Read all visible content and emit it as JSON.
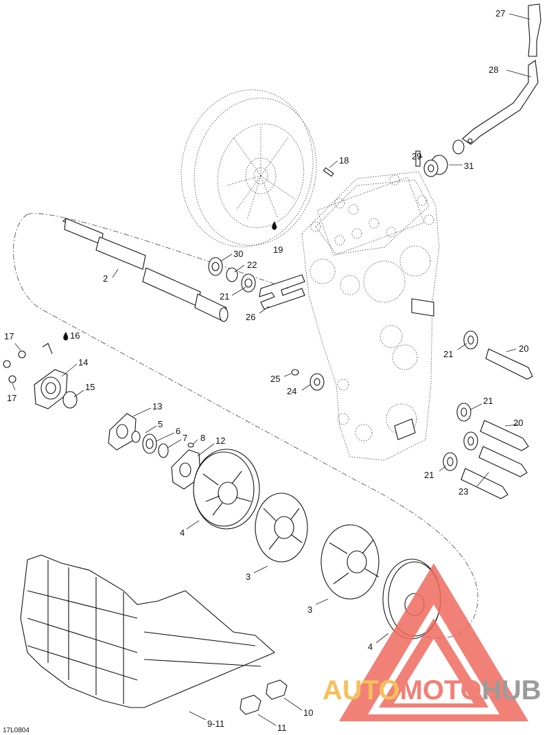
{
  "diagram_ref": "17L0804",
  "watermark": {
    "part1": "AUTO",
    "part2": "MOTO",
    "part3": "HUB",
    "color_orange": "#f4b63f",
    "color_red": "#ef6b5f",
    "color_gray": "#8a8a8a"
  },
  "callouts": {
    "c1": "27",
    "c2": "28",
    "c3": "29",
    "c4": "31",
    "c5": "18",
    "c6": "19",
    "c7": "30",
    "c8": "22",
    "c9": "2",
    "c10": "21",
    "c11": "26",
    "c12": "17",
    "c13": "16",
    "c14": "14",
    "c15": "17",
    "c16": "15",
    "c17": "21",
    "c18": "20",
    "c19": "25",
    "c20": "24",
    "c21": "21",
    "c22": "20",
    "c23": "21",
    "c24": "23",
    "c25": "13",
    "c26": "5",
    "c27": "6",
    "c28": "7",
    "c29": "8",
    "c30": "12",
    "c31": "4",
    "c32": "3",
    "c33": "3",
    "c34": "4",
    "c35": "9-11",
    "c36": "10",
    "c37": "11"
  }
}
